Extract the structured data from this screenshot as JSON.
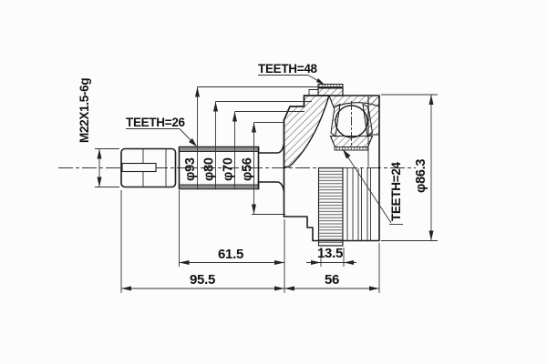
{
  "drawing": {
    "thread_spec": "M22X1.5-6g",
    "spline_shaft_teeth": "TEETH=26",
    "abs_ring_teeth": "TEETH=48",
    "inner_race_teeth": "TEETH=24",
    "dia_1": "φ93",
    "dia_2": "φ80",
    "dia_3": "φ70",
    "dia_4": "φ56",
    "body_dia": "φ86.3",
    "len_spline_section": "61.5",
    "len_abs_ring": "13.5",
    "len_shaft_side": "95.5",
    "len_body_side": "56"
  }
}
